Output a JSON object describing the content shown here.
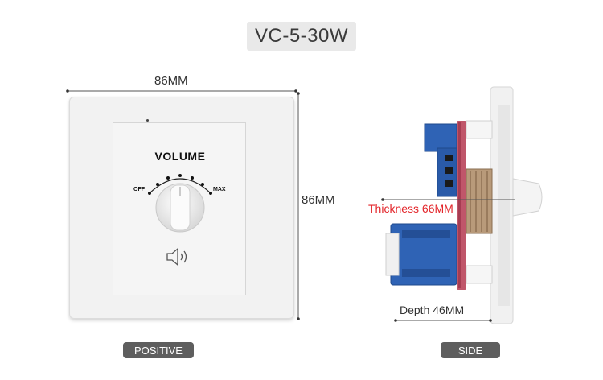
{
  "title": "VC-5-30W",
  "front": {
    "width_label": "86MM",
    "height_label": "86MM",
    "volume_label": "VOLUME",
    "off_label": "OFF",
    "max_label": "MAX",
    "speaker_icon": "speaker-volume-icon",
    "caption": "POSITIVE"
  },
  "side": {
    "thickness_label": "Thickness 66MM",
    "depth_label": "Depth 46MM",
    "caption": "SIDE"
  },
  "colors": {
    "thickness_text": "#e3262b",
    "pill_bg": "#5e5e5e",
    "badge_bg": "#e9e9e9"
  }
}
